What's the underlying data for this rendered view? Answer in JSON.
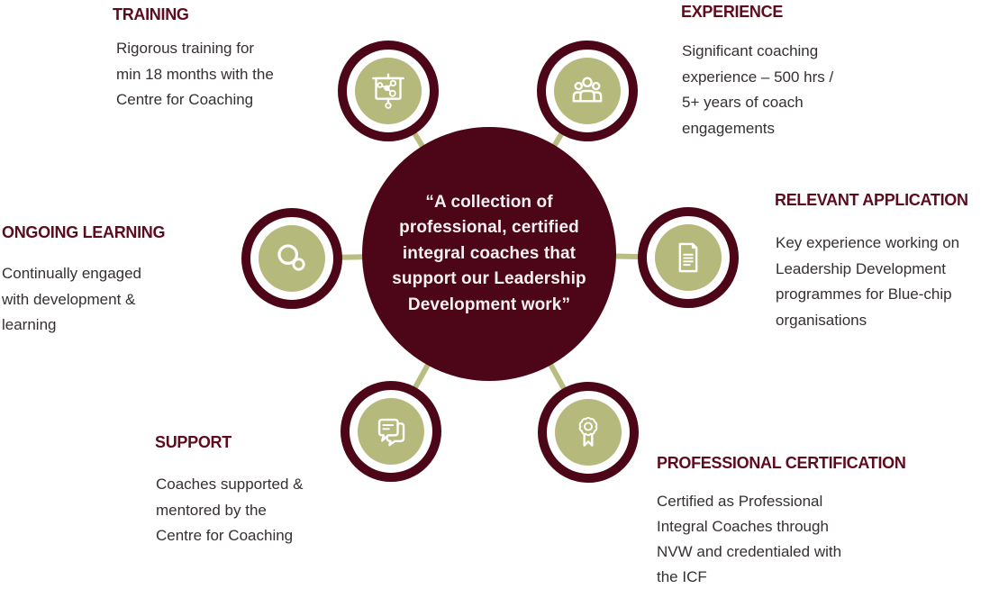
{
  "colors": {
    "circle_maroon": "#4d0617",
    "heading_maroon": "#5e0b1d",
    "olive_fill": "#b5ba7c",
    "connector_olive": "#b9bd82",
    "body_text": "#362f33",
    "center_text": "#f6f1f3",
    "background": "#ffffff"
  },
  "center": {
    "quote": "“A collection of\nprofessional, certified\nintegral coaches that\nsupport our Leadership\nDevelopment work”"
  },
  "nodes": [
    {
      "title": "TRAINING",
      "description": "Rigorous  training for\nmin 18 months with the\nCentre for Coaching",
      "icon": "presentation-board-icon"
    },
    {
      "title": "EXPERIENCE",
      "description": "Significant coaching\nexperience – 500 hrs /\n5+ years of coach\nengagements",
      "icon": "people-group-icon"
    },
    {
      "title": "ONGOING LEARNING",
      "description": "Continually engaged\nwith development &\nlearning",
      "icon": "linked-circles-icon"
    },
    {
      "title": "RELEVANT APPLICATION",
      "description": "Key experience working on\nLeadership Development\nprogrammes for Blue-chip\norganisations",
      "icon": "document-icon"
    },
    {
      "title": "SUPPORT",
      "description": "Coaches supported &\nmentored by the\nCentre for Coaching",
      "icon": "chat-bubbles-icon"
    },
    {
      "title": "PROFESSIONAL CERTIFICATION",
      "description": "Certified as Professional\nIntegral Coaches through\nNVW and credentialed with\nthe ICF",
      "icon": "award-ribbon-icon"
    }
  ]
}
